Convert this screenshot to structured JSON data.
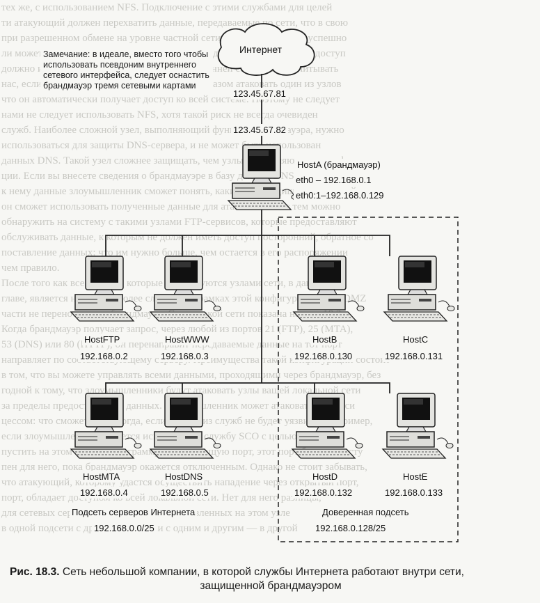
{
  "background_text": [
    "тех же, с использованием NFS. Подключение с этими службами для целей",
    "ти атакующий должен перехватить данные, передаваемые по сети, что в свою",
    "при разрешенном обмене на уровне частной сети на них могут быть успешно",
    "ли может не воспользоваться ими для этого предварительно получить доступ",
    "должно использовать только в пределах внутренней сети. Важно учитывать",
    "нас, если злоумышленник сможет каким-то образом атаковать один из узлов",
    "что он автоматически получает доступ ко всей системе. Поэтому не следует",
    "нами не следует использовать NFS, хотя такой риск не всегда очевиден",
    "служб. Наиболее сложной узел, выполняющий функции брандмауэра, нужно",
    "использоваться для защиты DNS-сервера, и не может быть использован",
    "данных DNS. Такой узел сложнее защищать, чем узлы, выполняющие одну функцию",
    "ции. Если вы внесете сведения о брандмауэре в базу данных DNS, вы принесете",
    "к нему данные злоумышленник сможет понять, какие сети защищены системой,",
    "он сможет использовать полученные данные для атаки. Вместе с тем можно",
    "обнаружить на систему с такими узлами FTP-сервисов, которые предоставляют",
    "обслуживать данные, к которым не должен иметь доступ посторонний, обратное со",
    "поставление данных: что им нужно больше, чем остается в его распоряжении",
    "чем правило.",
    "     После того как все службы, которые используются узлами сети, в данной",
    "главе, является несколько более сложной. В рамках этой конфигурации зона DMZ",
    "части не переносится за брандмауэр. Схема такой сети показана на рис. 18.3.",
    "Когда брандмауэр получает запрос, через любой из портов 21 (FTP), 25 (MTA),",
    "53 (DNS) или 80 (HTTP), он перенаправит передаваемые данные на тот порт",
    "направляет по соответствующему серверу. Преимущества такой конфигурации состоит",
    "в том, что вы можете управлять всеми данными, проходящими через брандмауэр, без",
    "годной к тому, что злоумышленники будут атаковать узлы вашей локальной сети",
    "за пределы предоставления данных. Злоумышленник может атаковать и прокси",
    "цессом: что сможет лишь тогда, если каждая из служб не будет уязвима. Например,",
    "если злоумышленник пытается использовать службу SCO с целью, чтобы за",
    "пустить на этом сервере программу, открывающую порт, этот порт будет недосту",
    "пен для него, пока брандмауэр окажется отключенным. Однако не стоит забывать,",
    "что атакующий, которому удастся осуществить нападение через открытый порт,",
    "порт, обладает доступом ко всей локальной сети. Нет для него разницы,",
    "для сетевых серверов подключения, установленных на этом узле",
    "в одной подсети с другими узлами и с одним и другим — в другой"
  ],
  "note": "Замечание: в идеале, вместо того чтобы использовать псевдоним внутреннего сетевого интерфейса, следует оснастить брандмауэр тремя сетевыми картами",
  "internet_label": "Интернет",
  "ip_external_top": "123.45.67.81",
  "ip_external_bottom": "123.45.67.82",
  "host_a_label": "HostA (брандмауэр)",
  "eth0_label": "eth0 – 192.168.0.1",
  "eth0_1_label": "eth0:1–192.168.0.129",
  "hosts": [
    {
      "name": "HostFTP",
      "ip": "192.168.0.2"
    },
    {
      "name": "HostWWW",
      "ip": "192.168.0.3"
    },
    {
      "name": "HostB",
      "ip": "192.168.0.130"
    },
    {
      "name": "HostC",
      "ip": "192.168.0.131"
    },
    {
      "name": "HostMTA",
      "ip": "192.168.0.4"
    },
    {
      "name": "HostDNS",
      "ip": "192.168.0.5"
    },
    {
      "name": "HostD",
      "ip": "192.168.0.132"
    },
    {
      "name": "HostE",
      "ip": "192.168.0.133"
    }
  ],
  "subnet_servers_label": "Подсеть серверов Интернета",
  "subnet_servers_ip": "192.168.0.0/25",
  "subnet_trusted_label": "Доверенная подсеть",
  "subnet_trusted_ip": "192.168.0.128/25",
  "caption_number": "Рис. 18.3.",
  "caption_text": "Сеть небольшой компании, в которой службы Интернета работают внутри сети,",
  "caption_text2": "защищенной брандмауэром"
}
